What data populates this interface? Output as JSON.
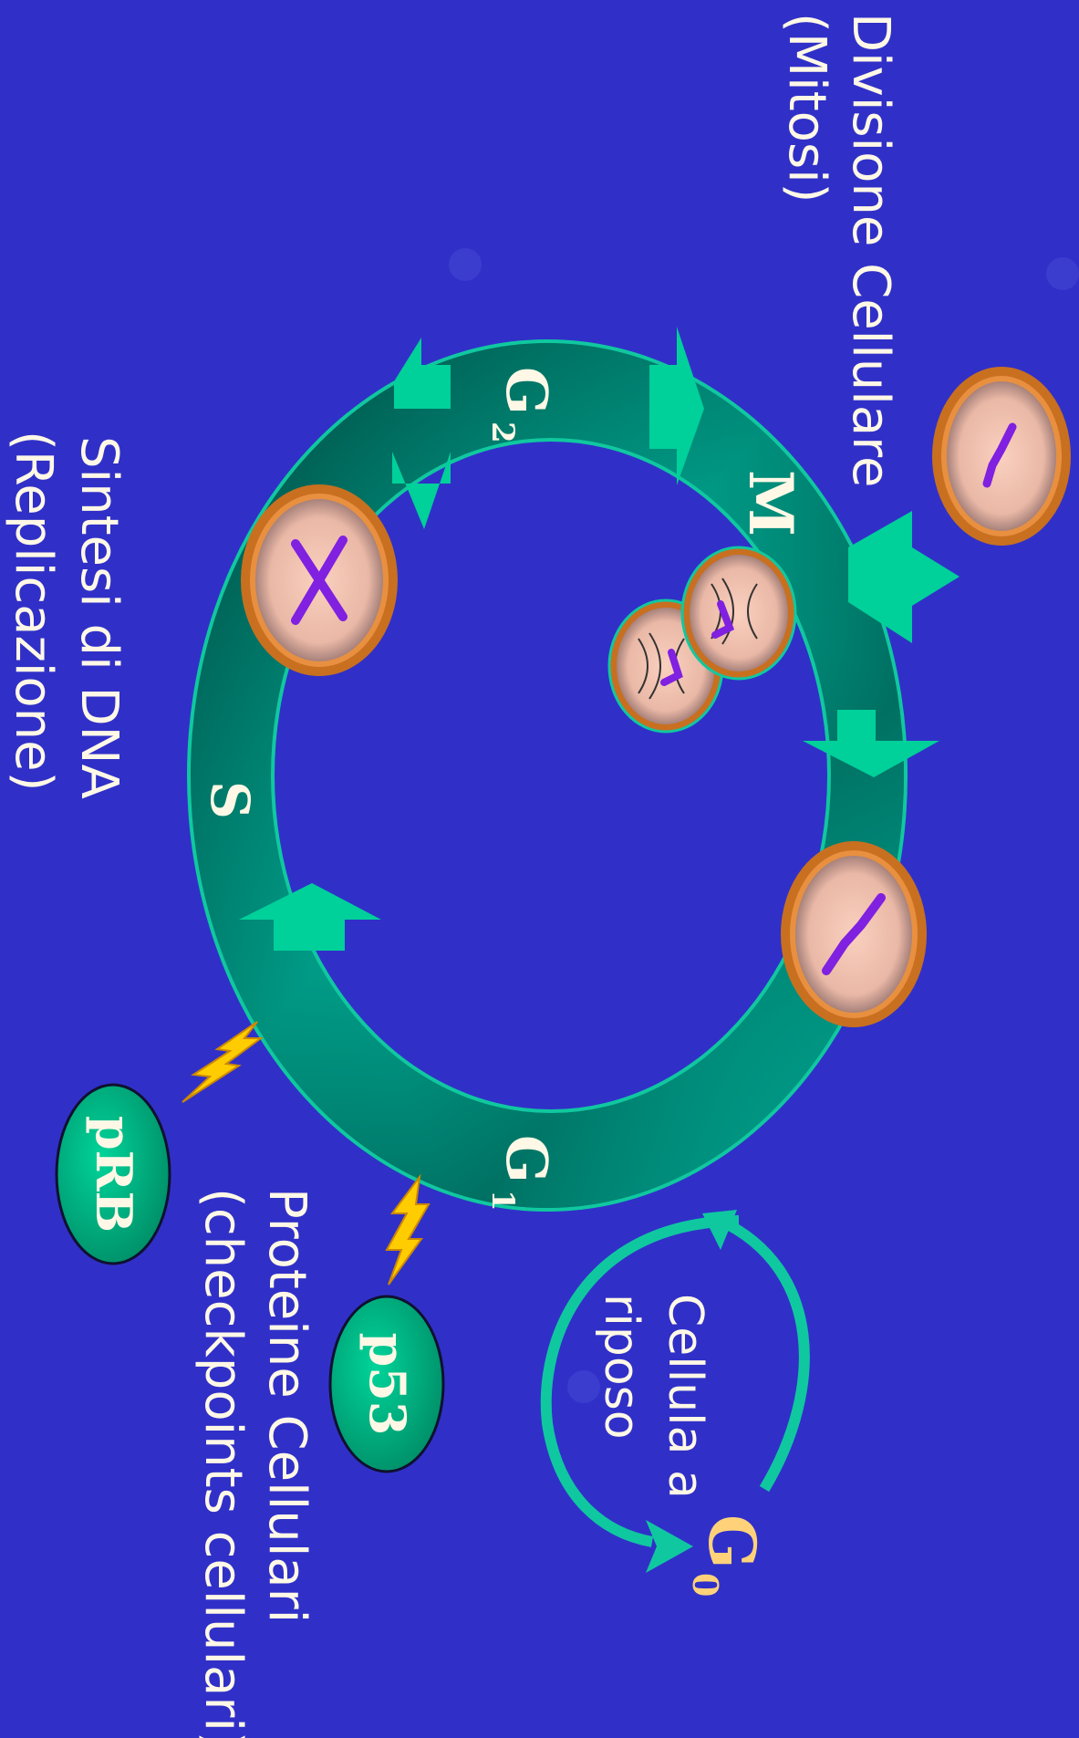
{
  "diagram": {
    "title_division_line1": "Divisione Cellulare",
    "title_division_line2": "(Mitosi)",
    "title_synthesis_line1": "Sintesi di DNA",
    "title_synthesis_line2": "(Replicazione)",
    "proteins_line1": "Proteine Cellulari",
    "proteins_line2": "(checkpoints cellulari)",
    "resting_line1": "Cellula a",
    "resting_line2": "riposo",
    "phases": {
      "m": "M",
      "s": "S",
      "g1": "G",
      "g1_sub": "1",
      "g2": "G",
      "g2_sub": "2",
      "g0": "G",
      "g0_sub": "0"
    },
    "proteins": {
      "prb": "pRB",
      "p53": "p53"
    },
    "colors": {
      "background": "#3030c8",
      "ring_light": "#00b8a0",
      "ring_dark": "#003c34",
      "ring_stroke": "#10c8a0",
      "arrow": "#00d09a",
      "text": "#fff8e6",
      "g0_label": "#ffd27a",
      "protein_badge": "#00b884",
      "lightning": "#ffcc00",
      "cell_border": "#c87020",
      "cell_fill": "#f0c8b0",
      "chromosome": "#8020e0"
    }
  }
}
